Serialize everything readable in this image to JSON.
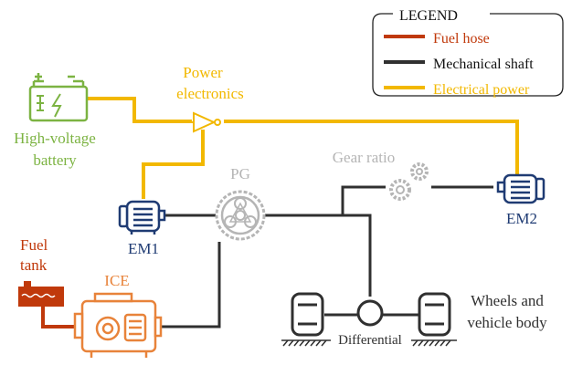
{
  "legend": {
    "title": "LEGEND",
    "items": [
      {
        "label": "Fuel hose",
        "color": "#c0390b"
      },
      {
        "label": "Mechanical shaft",
        "color": "#303030"
      },
      {
        "label": "Electrical power",
        "color": "#f2b800"
      }
    ]
  },
  "components": {
    "battery_line1": "High-voltage",
    "battery_line2": "battery",
    "power_electronics_line1": "Power",
    "power_electronics_line2": "electronics",
    "gear_ratio": "Gear ratio",
    "pg": "PG",
    "em1": "EM1",
    "em2": "EM2",
    "fuel_tank_line1": "Fuel",
    "fuel_tank_line2": "tank",
    "ice": "ICE",
    "wheels_line1": "Wheels and",
    "wheels_line2": "vehicle body",
    "differential": "Differential"
  },
  "colors": {
    "electrical": "#f2b800",
    "mechanical": "#303030",
    "fuel": "#c0390b",
    "battery": "#7cb342",
    "motor": "#1f3b73",
    "ice": "#e8833a",
    "gear": "#b5b5b5"
  }
}
